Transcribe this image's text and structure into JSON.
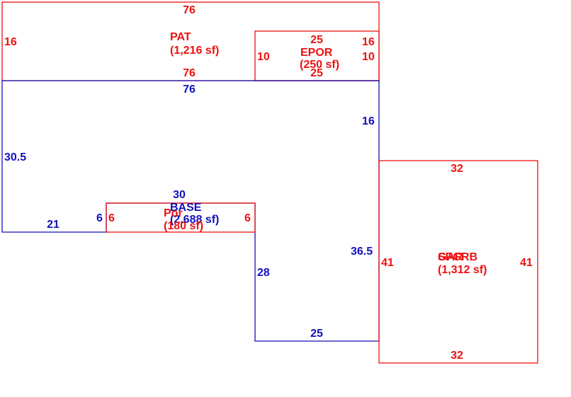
{
  "colors": {
    "area_red": "#ee1111",
    "base_blue": "#1111bb",
    "background": "#ffffff"
  },
  "areas": {
    "pat": {
      "code": "PAT",
      "area": "(1,216 sf)"
    },
    "epor": {
      "code": "EPOR",
      "area": "(250 sf)"
    },
    "base": {
      "code": "BASE",
      "area": "(2,688 sf)"
    },
    "por": {
      "code": "Por",
      "area": "(180 sf)"
    },
    "gar": {
      "code": "GAR",
      "area": "(1,312 sf)"
    },
    "sp": {
      "code": "SPCRB",
      "area": ""
    }
  },
  "dims": {
    "pat_top": "76",
    "pat_left": "16",
    "pat_bottom": "76",
    "epor_top": "25",
    "epor_right": "16",
    "epor_left": "10",
    "epor_right_inner": "10",
    "epor_bottom": "25",
    "base_top": "76",
    "base_right_upper": "16",
    "base_left": "30.5",
    "base_notch_top": "30",
    "base_bottom_left": "21",
    "base_notch_left": "6",
    "base_right_lower": "36.5",
    "base_inner_left": "28",
    "base_bottom": "25",
    "por_left": "6",
    "por_right": "6",
    "gar_top": "32",
    "gar_left": "41",
    "gar_right": "41",
    "gar_bottom": "32"
  }
}
